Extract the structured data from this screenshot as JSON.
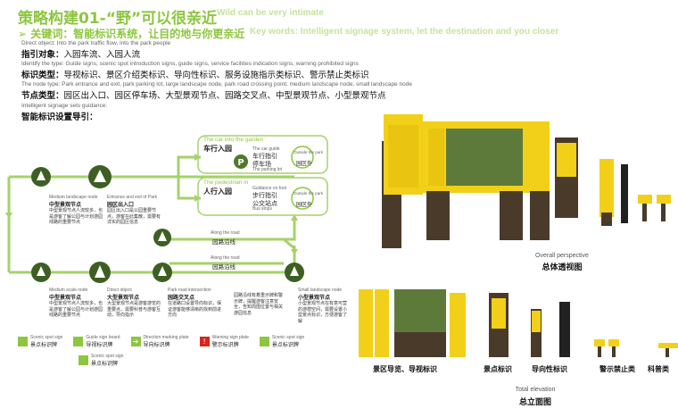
{
  "header": {
    "title": "策略构建01-“野”可以很亲近",
    "title_en": "Wild can be very intimate",
    "keywords_cn": "➢ 关键词：智能标识系统，让目的地与你更亲近",
    "keywords_en": "Key words:   Intelligent signage system, let the destination and you closer"
  },
  "definitions": [
    {
      "en": "Direct object:  Into the park traffic flow, into the park people",
      "label": "指引对象：",
      "text": "入园车流、入园人流"
    },
    {
      "en": "Identify the type:  Guide signs, scenic spot introduction signs, guide signs, service facilities indication signs, warning prohibited signs",
      "label": "标识类型：",
      "text": "导视标识、景区介绍类标识、导向性标识、服务设施指示类标识、警示禁止类标识"
    },
    {
      "en": "The node type:  Park entrance and exit, park parking lot, large landscape node, park road crossing point, medium landscape node, small landscape node",
      "label": "节点类型：",
      "text": "园区出入口、园区停车场、大型景观节点、园路交叉点、中型景观节点、小型景观节点"
    }
  ],
  "guidance": {
    "en": "Intelligent signage sets guidance:",
    "label": "智能标识设置导引："
  },
  "flow": {
    "car_box": {
      "en": "The car into the garden",
      "cn": "车行入园",
      "guide_en": "The car guide",
      "guide_cn": "车行指引",
      "parking_cn": "停车场",
      "parking_en": "The parking lot",
      "outside_en": "Outside the park",
      "outside_cn": "园区外"
    },
    "ped_box": {
      "en": "The pedestrian in",
      "cn": "人行入园",
      "guide_en": "Guidance on foot",
      "guide_cn": "步行指引",
      "bus_cn": "公交站点",
      "bus_en": "Bus stops",
      "outside_en": "Outside the park",
      "outside_cn": "园区外"
    },
    "road1": {
      "en": "Along the road",
      "cn": "园路沿线"
    },
    "road2": {
      "en": "Along the road",
      "cn": "园路沿线"
    },
    "nodes": [
      {
        "en": "Medium landscape node",
        "cn": "中型景观节点",
        "desc": "中型景观节点人流较多，也是游客了解公园与计划游园线路的重要节点"
      },
      {
        "en": "Entrance and exit of Park",
        "cn": "园区出入口",
        "desc": "园区出入口是公园重要节点，游客在此集散，需要有详实的园区信息"
      },
      {
        "en": "Medium scale node",
        "cn": "中型景观节点",
        "desc": "中型景观节点人流较多，也是游客了解公园与计划游园线路的重要节点"
      },
      {
        "en": "Direct object",
        "cn": "大型景观节点",
        "desc": "大型景观节点是游客游览的重要点，需要科普与游客互动，导向指示"
      },
      {
        "en": "Park road intersection",
        "cn": "园路交叉点",
        "desc": "在道路口设置导向标识，保证游客能够清晰的找到前进方向"
      },
      {
        "en": "",
        "cn": "",
        "desc": "园路沿线有着重示牌和警示牌，提醒游客注意安全，告知周围位置与相关游园信息"
      },
      {
        "en": "Small landscape node",
        "cn": "小型景观节点",
        "desc": "小型景观节点在有意可营的游憩空间，需要设置小型景点标识，方便游客了解"
      }
    ],
    "legend": [
      {
        "en": "Scenic spot sign",
        "cn": "景点标识牌",
        "color": "#8dc63f",
        "icon": "scenic-icon"
      },
      {
        "en": "Guide sign board",
        "cn": "导视标识牌",
        "color": "#8dc63f",
        "icon": "guide-icon"
      },
      {
        "en": "Direction marking plate",
        "cn": "导向标识牌",
        "color": "#8dc63f",
        "icon": "arrow-icon"
      },
      {
        "en": "Warning sign plate",
        "cn": "警示标识牌",
        "color": "#d7261e",
        "icon": "warning-icon"
      },
      {
        "en": "Scenic spot sign",
        "cn": "景点标识牌",
        "color": "#8dc63f",
        "icon": "scenic-icon"
      }
    ],
    "legend_sub": {
      "en": "Scenic spot sign",
      "cn": "景点标识牌"
    }
  },
  "perspective": {
    "en": "Overall perspective",
    "cn": "总体透视图"
  },
  "elevation": {
    "en": "Total elevation",
    "cn": "总立面图",
    "labels": [
      "景区导览、导视标识",
      "景点标识",
      "导向性标识",
      "警示禁止类",
      "科普类"
    ]
  },
  "colors": {
    "green": "#8dc63f",
    "yellow": "#f2d019",
    "bark": "#4a3a2a"
  }
}
